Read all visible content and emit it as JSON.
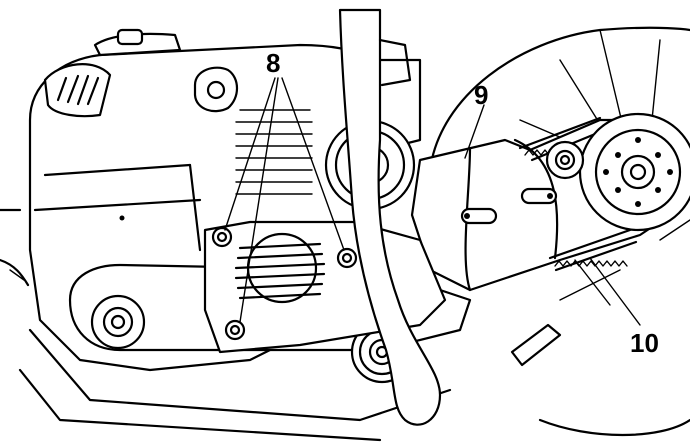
{
  "callouts": [
    {
      "id": "8",
      "label": "8"
    },
    {
      "id": "9",
      "label": "9"
    },
    {
      "id": "10",
      "label": "10"
    }
  ],
  "colors": {
    "line": "#000000",
    "background": "#ffffff",
    "shading": "#e8e8e8"
  }
}
